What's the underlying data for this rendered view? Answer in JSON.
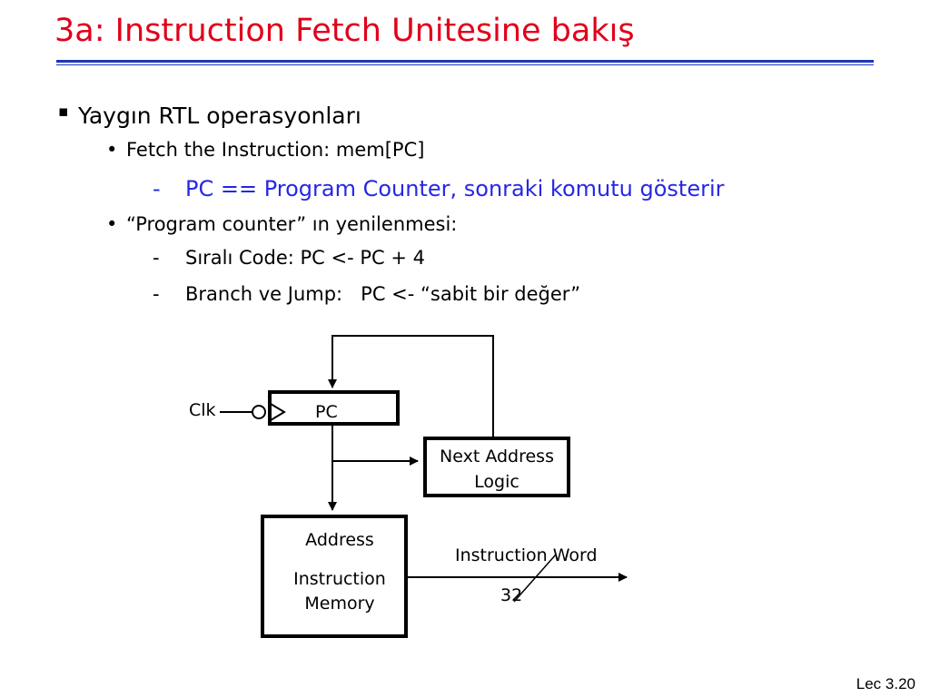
{
  "slide": {
    "title": "3a: Instruction Fetch Unitesine bakış",
    "footer": "Lec 3.20"
  },
  "bullets": {
    "level1": {
      "marker": "▪",
      "text": "Yaygın RTL operasyonları"
    },
    "fetch": {
      "marker": "•",
      "text": "Fetch the Instruction: mem[PC]"
    },
    "pc_def": {
      "marker": "-",
      "text": "PC == Program Counter, sonraki komutu gösterir"
    },
    "pc_update": {
      "marker": "•",
      "text": "“Program counter” ın yenilenmesi:"
    },
    "sequential": {
      "marker": "-",
      "text": "Sıralı Code: PC <- PC + 4"
    },
    "branch": {
      "marker": "-",
      "text": "Branch ve Jump:   PC <- “sabit bir değer”"
    }
  },
  "diagram": {
    "clk_label": "Clk",
    "pc_label": "PC",
    "next_address_line1": "Next Address",
    "next_address_line2": "Logic",
    "memory_address": "Address",
    "memory_line1": "Instruction",
    "memory_line2": "Memory",
    "instruction_word": "Instruction Word",
    "bus_width": "32"
  },
  "colors": {
    "title": "#e0001b",
    "rule": "#1f35b5",
    "highlight_text": "#2727e6"
  }
}
